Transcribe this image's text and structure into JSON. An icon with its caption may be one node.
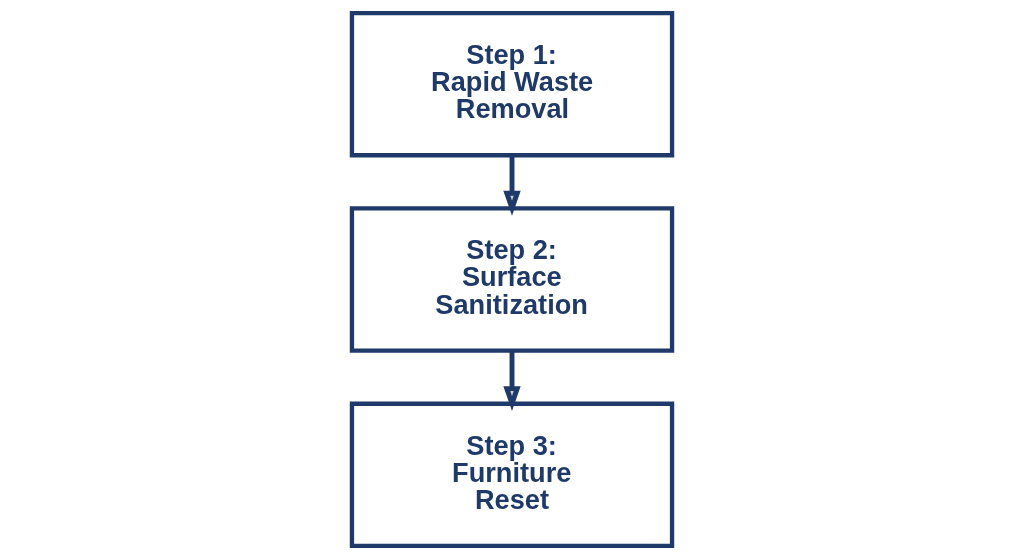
{
  "diagram": {
    "nodes": [
      {
        "text": [
          "Step 1: Rapid Waste Removal"
        ]
      },
      {
        "text": [
          "Step 2: Surface Sanitization"
        ]
      },
      {
        "text": [
          "Step 3: Furniture Reset"
        ]
      }
    ],
    "edges": [
      {
        "from": 0,
        "to": 1,
        "arrow": "to"
      },
      {
        "from": 1,
        "to": 2,
        "arrow": "to"
      }
    ]
  }
}
